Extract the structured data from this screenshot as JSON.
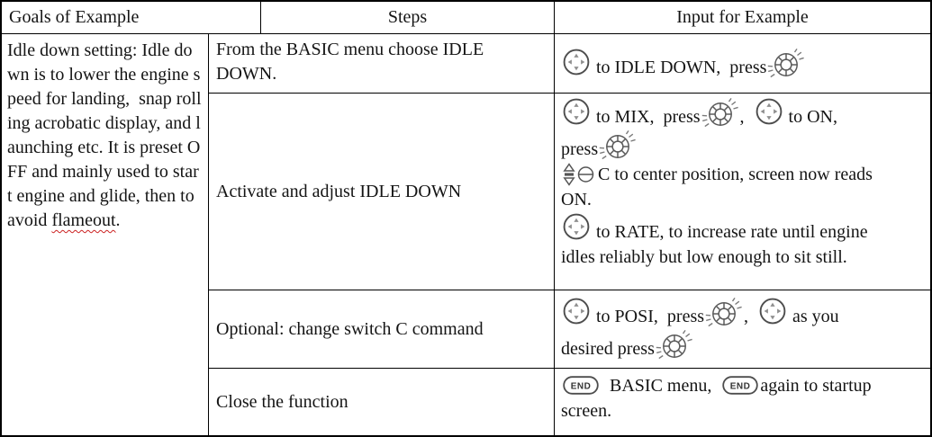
{
  "header": {
    "goals": "Goals of Example",
    "steps": "Steps",
    "input": "Input for Example"
  },
  "goals": {
    "text_before": "Idle down setting: Idle down is to lower the engine speed for landing,  snap rolling acrobatic display, and launching etc. It is preset OFF and mainly used to start engine and glide, then to avoid ",
    "misspelled_word": "flameout",
    "text_after": "."
  },
  "rows": [
    {
      "step": "From the BASIC menu choose IDLE DOWN.",
      "input": [
        [
          {
            "i": "dpad"
          },
          {
            "t": " to IDLE DOWN,  press"
          },
          {
            "i": "dial"
          }
        ]
      ]
    },
    {
      "step": "Activate and adjust IDLE DOWN",
      "input": [
        [
          {
            "i": "dpad"
          },
          {
            "t": " to MIX,  press"
          },
          {
            "i": "dial"
          },
          {
            "t": ",  "
          },
          {
            "i": "dpad"
          },
          {
            "t": " to ON,"
          },
          {
            "br": true
          },
          {
            "t": "press"
          },
          {
            "i": "dial"
          }
        ],
        [
          {
            "i": "switch"
          },
          {
            "t": "C to center position, screen now reads"
          },
          {
            "br": true
          },
          {
            "t": "ON."
          }
        ],
        [
          {
            "i": "dpad"
          },
          {
            "t": " to RATE, to increase rate until engine"
          },
          {
            "br": true
          },
          {
            "t": "idles reliably but low enough to sit still."
          }
        ]
      ]
    },
    {
      "step": "Optional: change switch C command",
      "input": [
        [
          {
            "i": "dpad"
          },
          {
            "t": " to POSI,  press"
          },
          {
            "i": "dial"
          },
          {
            "t": ",  "
          },
          {
            "i": "dpad"
          },
          {
            "t": " as you"
          },
          {
            "br": true
          },
          {
            "t": "desired press"
          },
          {
            "i": "dial"
          }
        ]
      ]
    },
    {
      "step": "Close the function",
      "input": [
        [
          {
            "i": "end"
          },
          {
            "t": "  BASIC menu,  "
          },
          {
            "i": "end"
          },
          {
            "t": "again to startup"
          },
          {
            "br": true
          },
          {
            "t": "screen."
          }
        ]
      ]
    }
  ],
  "glyphs": {
    "end_button_label": "END",
    "dpad_icon_name": "cursor-dpad-icon",
    "dial_icon_name": "dial-knob-press-icon",
    "switch_icon_name": "switch-c-toggle-icon",
    "end_icon_name": "end-button-icon"
  },
  "colors": {
    "border": "#000000",
    "text": "#141414",
    "spellcheck_underline": "#cc2222"
  }
}
